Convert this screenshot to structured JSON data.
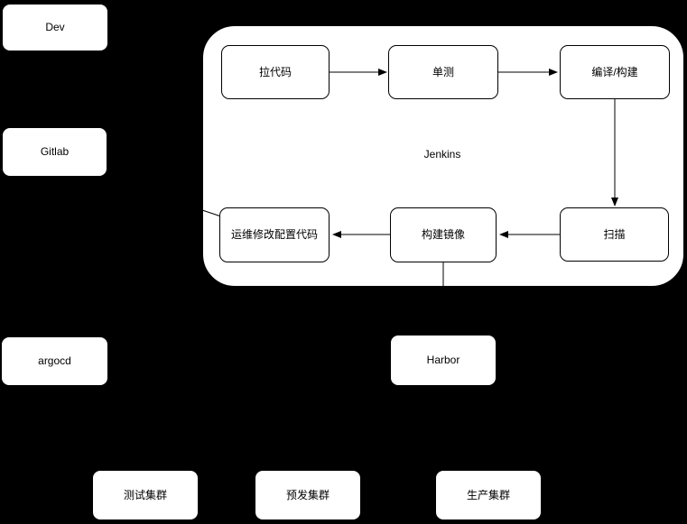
{
  "diagram": {
    "background_color": "#000000",
    "node_fill_color": "#ffffff",
    "node_stroke_color": "#000000",
    "text_color": "#000000",
    "nodes": {
      "dev": {
        "label": "Dev"
      },
      "gitlab": {
        "label": "Gitlab"
      },
      "argocd": {
        "label": "argocd"
      },
      "jenkins": {
        "label": "Jenkins"
      },
      "pull_code": {
        "label": "拉代码"
      },
      "unit_test": {
        "label": "单测"
      },
      "compile_build": {
        "label": "编译/构建"
      },
      "scan": {
        "label": "扫描"
      },
      "build_image": {
        "label": "构建镜像"
      },
      "ops_modify": {
        "label": "运维修改配置代码"
      },
      "harbor": {
        "label": "Harbor"
      },
      "test_cluster": {
        "label": "测试集群"
      },
      "staging_cluster": {
        "label": "预发集群"
      },
      "prod_cluster": {
        "label": "生产集群"
      }
    },
    "edges": [
      {
        "from": "pull_code",
        "to": "unit_test",
        "arrow": "right"
      },
      {
        "from": "unit_test",
        "to": "compile_build",
        "arrow": "right"
      },
      {
        "from": "compile_build",
        "to": "scan",
        "arrow": "down"
      },
      {
        "from": "scan",
        "to": "build_image",
        "arrow": "left"
      },
      {
        "from": "build_image",
        "to": "ops_modify",
        "arrow": "left"
      },
      {
        "from": "ops_modify",
        "to": "gitlab",
        "arrow": "none (segment visible inside container only)"
      },
      {
        "from": "build_image",
        "to": "harbor",
        "arrow": "none (segment visible inside container only)"
      }
    ]
  }
}
